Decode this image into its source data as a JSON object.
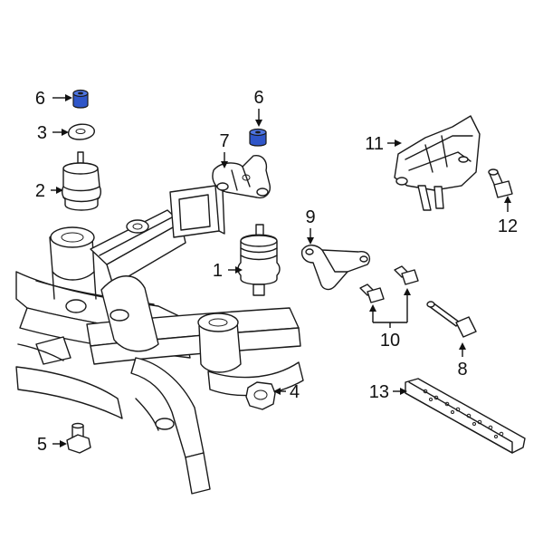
{
  "diagram": {
    "highlight_color": "#2f56c9",
    "callouts": [
      {
        "id": "c6a",
        "label": "6",
        "highlighted": true
      },
      {
        "id": "c3",
        "label": "3",
        "highlighted": false
      },
      {
        "id": "c2",
        "label": "2",
        "highlighted": false
      },
      {
        "id": "c6b",
        "label": "6",
        "highlighted": true
      },
      {
        "id": "c7",
        "label": "7",
        "highlighted": false
      },
      {
        "id": "c1",
        "label": "1",
        "highlighted": false
      },
      {
        "id": "c11",
        "label": "11",
        "highlighted": false
      },
      {
        "id": "c12",
        "label": "12",
        "highlighted": false
      },
      {
        "id": "c9",
        "label": "9",
        "highlighted": false
      },
      {
        "id": "c10",
        "label": "10",
        "highlighted": false
      },
      {
        "id": "c8",
        "label": "8",
        "highlighted": false
      },
      {
        "id": "c4",
        "label": "4",
        "highlighted": false
      },
      {
        "id": "c13",
        "label": "13",
        "highlighted": false
      },
      {
        "id": "c5",
        "label": "5",
        "highlighted": false
      }
    ]
  }
}
